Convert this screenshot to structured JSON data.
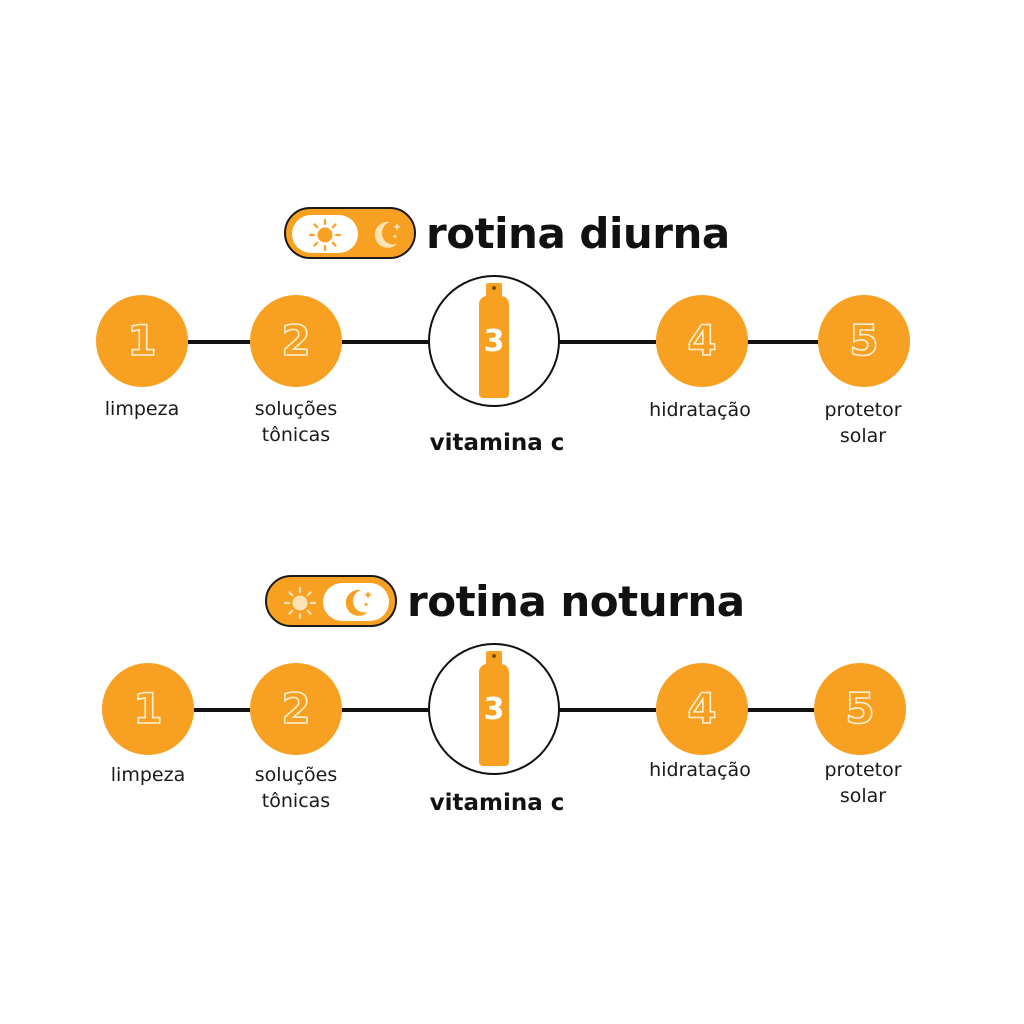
{
  "colors": {
    "accent": "#f7a021",
    "text": "#111111",
    "background": "#ffffff"
  },
  "sections": [
    {
      "id": "day",
      "title": "rotina diurna",
      "toggle_state": "sun",
      "steps": [
        {
          "number": "1",
          "label_line1": "limpeza",
          "label_line2": ""
        },
        {
          "number": "2",
          "label_line1": "soluções",
          "label_line2": "tônicas"
        },
        {
          "number": "3",
          "label_line1": "vitamina c",
          "label_line2": ""
        },
        {
          "number": "4",
          "label_line1": "hidratação",
          "label_line2": ""
        },
        {
          "number": "5",
          "label_line1": "protetor",
          "label_line2": "solar"
        }
      ]
    },
    {
      "id": "night",
      "title": "rotina noturna",
      "toggle_state": "moon",
      "steps": [
        {
          "number": "1",
          "label_line1": "limpeza",
          "label_line2": ""
        },
        {
          "number": "2",
          "label_line1": "soluções",
          "label_line2": "tônicas"
        },
        {
          "number": "3",
          "label_line1": "vitamina c",
          "label_line2": ""
        },
        {
          "number": "4",
          "label_line1": "hidratação",
          "label_line2": ""
        },
        {
          "number": "5",
          "label_line1": "protetor",
          "label_line2": "solar"
        }
      ]
    }
  ],
  "icons": {
    "sun": "sun-icon",
    "moon": "moon-stars-icon",
    "bottle": "serum-bottle-icon"
  }
}
